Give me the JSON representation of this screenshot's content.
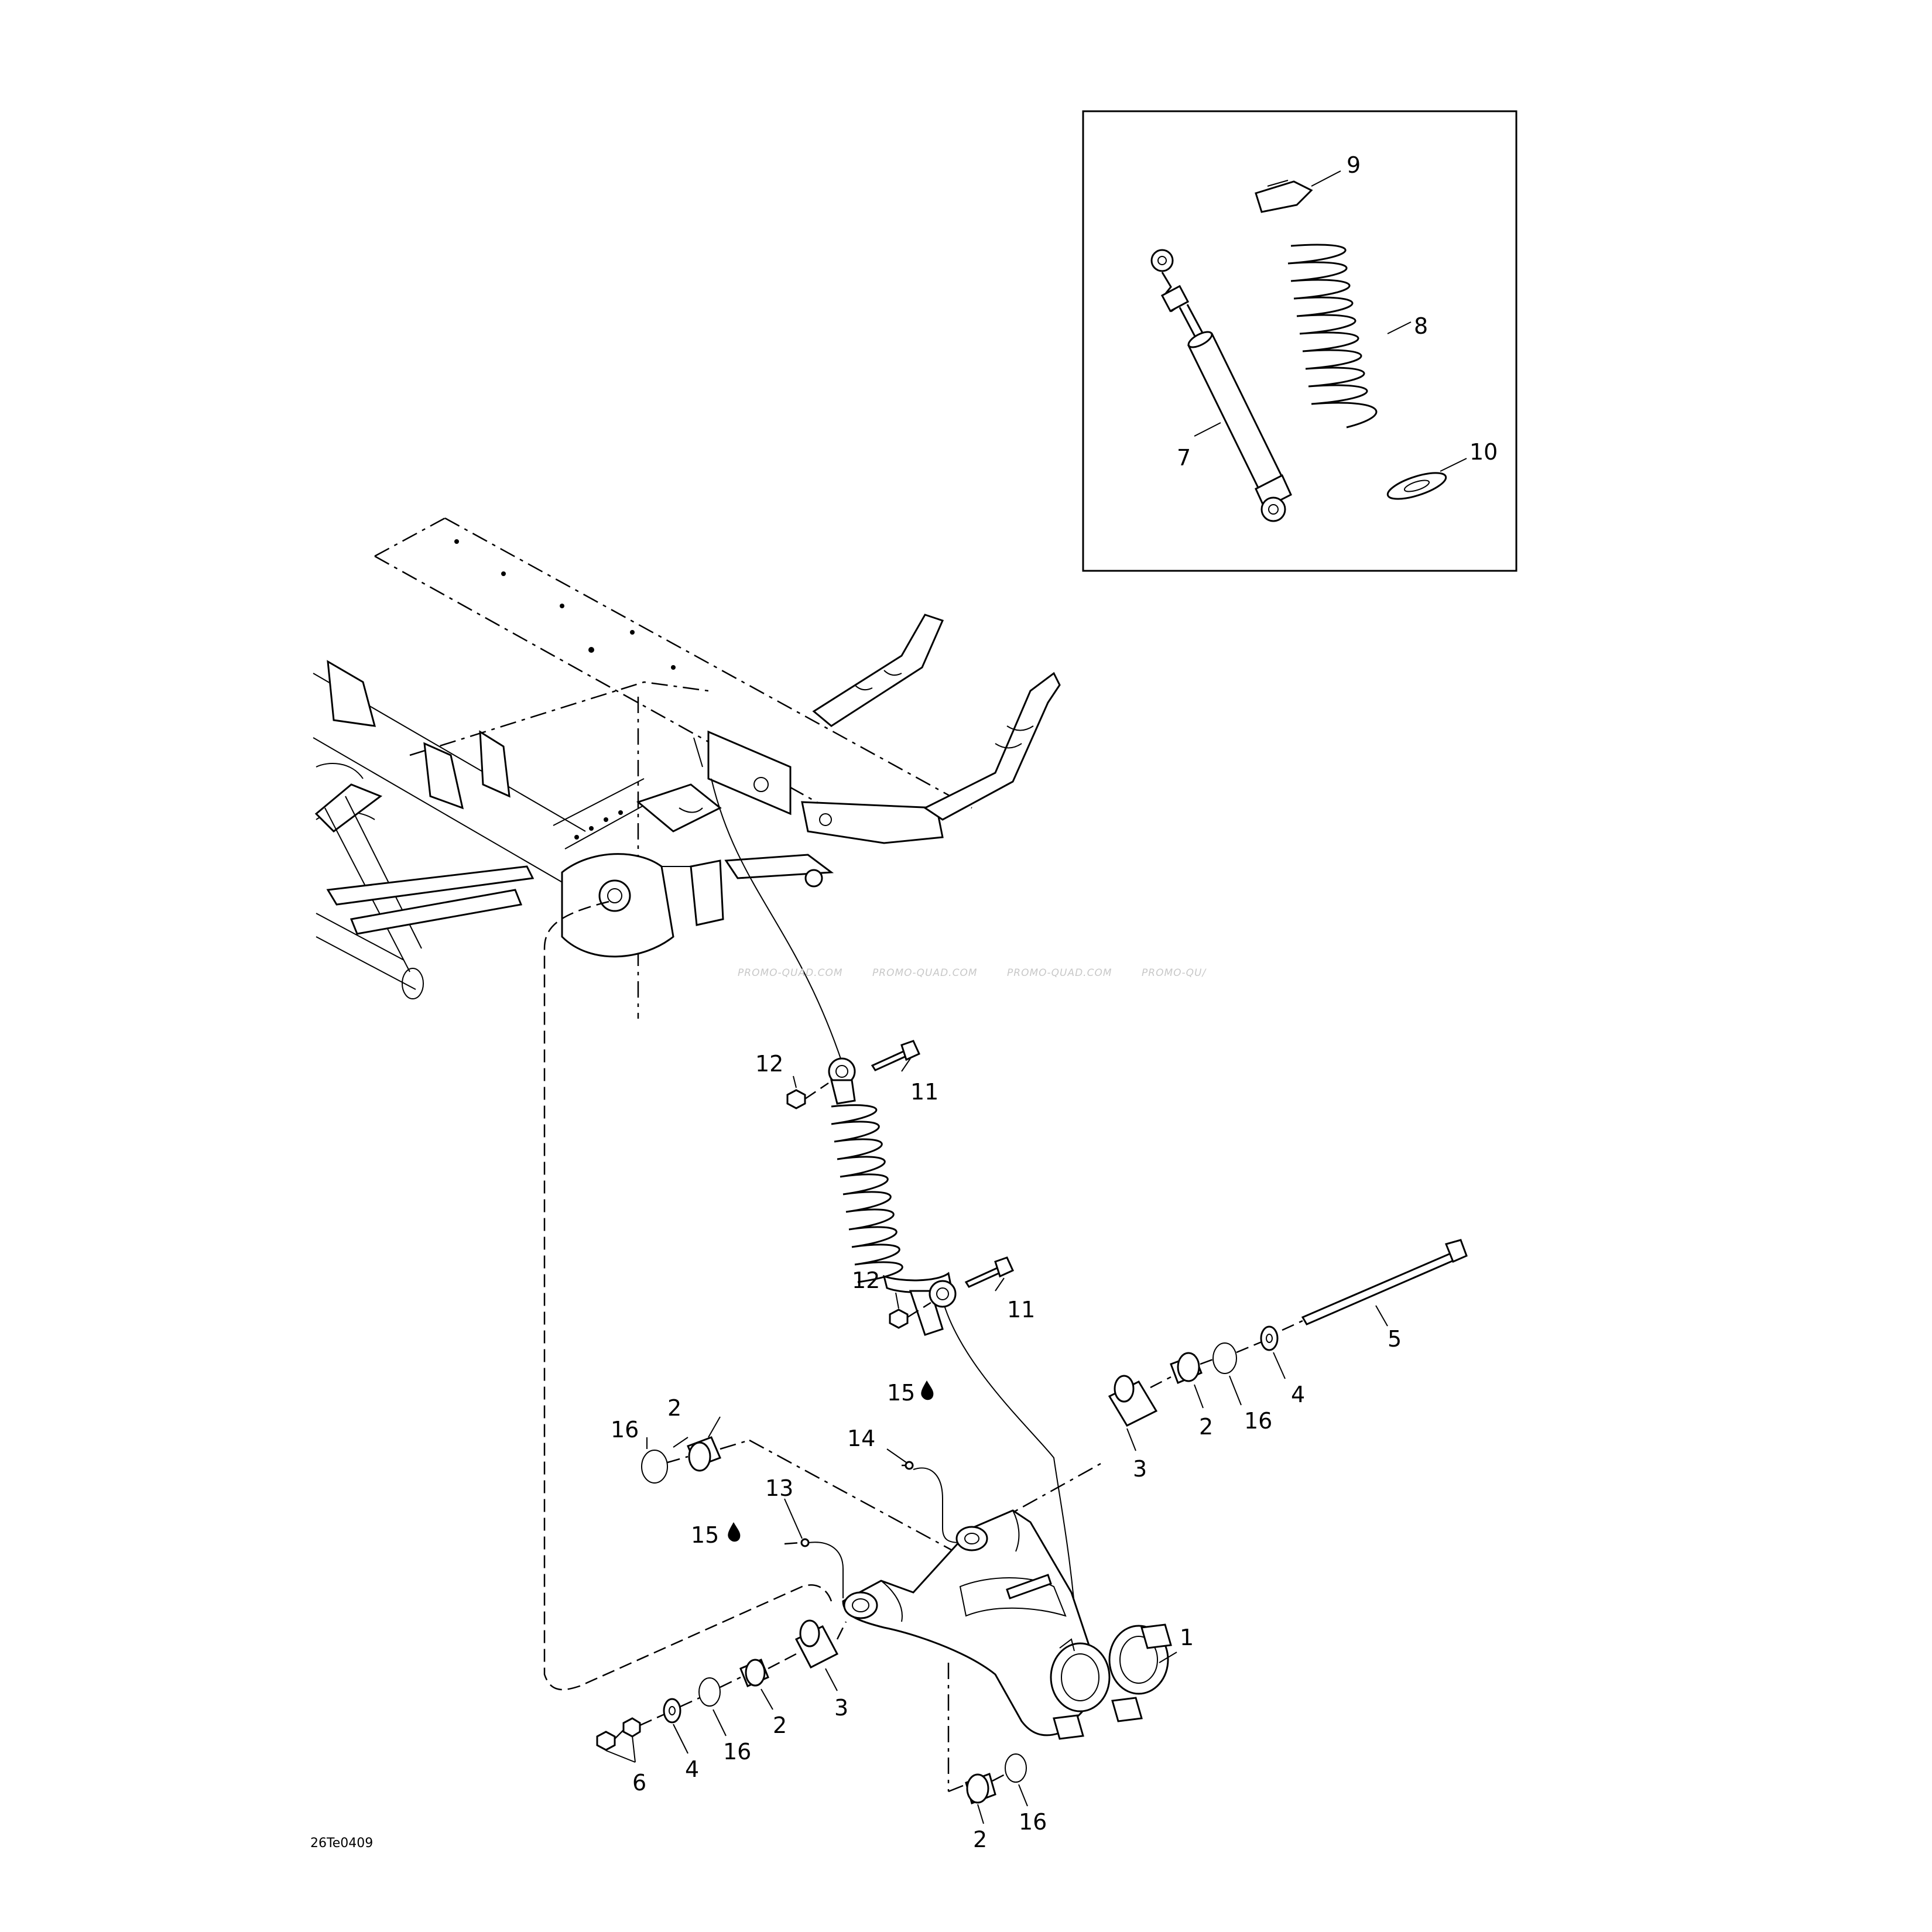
{
  "diagram_code": "26Te0409",
  "watermark": "PROMO-QUAD.COM",
  "watermark_partial": "PROMO-QU/",
  "callouts": {
    "c1": "1",
    "c2a": "2",
    "c2b": "2",
    "c2c": "2",
    "c2d": "2",
    "c3a": "3",
    "c3b": "3",
    "c4a": "4",
    "c4b": "4",
    "c5": "5",
    "c6": "6",
    "c7": "7",
    "c8": "8",
    "c9": "9",
    "c10": "10",
    "c11a": "11",
    "c11b": "11",
    "c12a": "12",
    "c12b": "12",
    "c13": "13",
    "c14": "14",
    "c15a": "15",
    "c15b": "15",
    "c16a": "16",
    "c16b": "16",
    "c16c": "16",
    "c16d": "16"
  }
}
